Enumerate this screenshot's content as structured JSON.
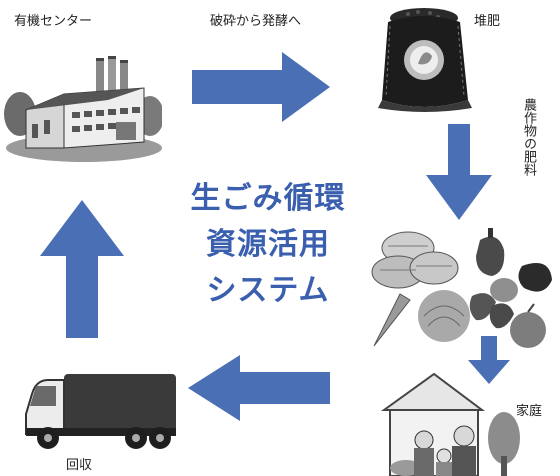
{
  "labels": {
    "center": "有機センター",
    "process": "破砕から発酵へ",
    "compost": "堆肥",
    "fertilizer": "農作物の肥料",
    "home": "家庭",
    "collect": "回収"
  },
  "title_lines": [
    "生ごみ循環",
    "資源活用",
    "システム"
  ],
  "colors": {
    "arrow": "#4a6fb5",
    "title": "#3a5faf"
  },
  "icons": [
    "factory-illustration",
    "compost-bag-illustration",
    "vegetables-illustration",
    "house-family-illustration",
    "garbage-truck-illustration"
  ]
}
